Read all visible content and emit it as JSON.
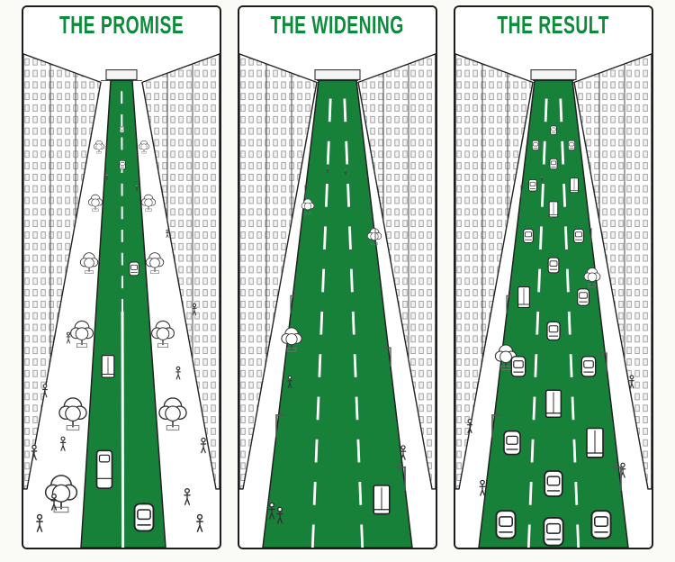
{
  "panels": [
    {
      "id": "promise",
      "title": "THE PROMISE",
      "alt": "Narrow green two-lane street lined with trees, light traffic, many pedestrians"
    },
    {
      "id": "widening",
      "title": "THE WIDENING",
      "alt": "Street widened into a broad empty green road, most trees removed, few pedestrians, one truck"
    },
    {
      "id": "result",
      "title": "THE RESULT",
      "alt": "Widened green road completely congested with cars, trucks and buses in every lane"
    }
  ],
  "colors": {
    "road_green": "#17813A",
    "title_green": "#0E8A3C",
    "outline_ink": "#222222",
    "background": "#FAFAF7",
    "lane_marking_white": "#FFFFFF"
  }
}
